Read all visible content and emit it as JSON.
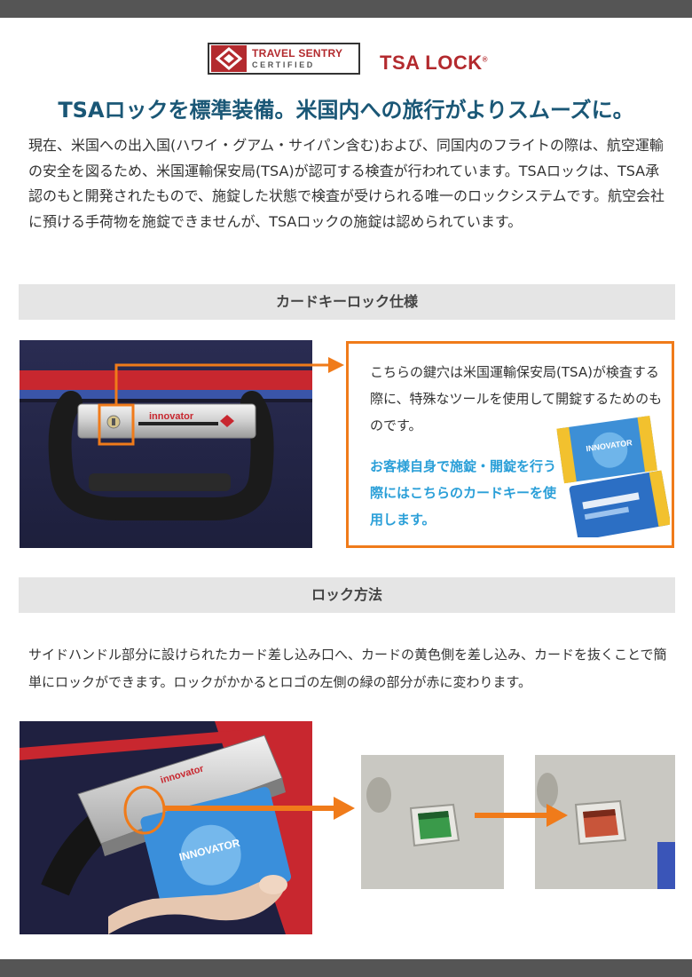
{
  "logos": {
    "travel_sentry_line1": "TRAVEL SENTRY",
    "travel_sentry_line2": "CERTIFIED",
    "tsa_lock": "TSA LOCK",
    "registered_mark": "®"
  },
  "headline": "TSAロックを標準装備。米国内への旅行がよりスムーズに。",
  "intro": "現在、米国への出入国(ハワイ・グアム・サイパン含む)および、同国内のフライトの際は、航空運輸の安全を図るため、米国運輸保安局(TSA)が認可する検査が行われています。TSAロックは、TSA承認のもと開発されたもので、施錠した状態で検査が受けられる唯一のロックシステムです。航空会社に預ける手荷物を施錠できませんが、TSAロックの施錠は認められています。",
  "section_card_key": {
    "title": "カードキーロック仕様",
    "handle_brand": "innovator",
    "callout_text": "こちらの鍵穴は米国運輸保安局(TSA)が検査する際に、特殊なツールを使用して開錠するためのものです。",
    "callout_highlight": "お客様自身で施錠・開錠を行う際にはこちらのカードキーを使用します。",
    "card_brand": "INNOVATOR"
  },
  "section_lock": {
    "title": "ロック方法",
    "description": "サイドハンドル部分に設けられたカード差し込み口へ、カードの黄色側を差し込み、カードを抜くことで簡単にロックができます。ロックがかかるとロゴの左側の緑の部分が赤に変わります。",
    "handle_brand": "innovator",
    "card_brand": "INNOVATOR"
  },
  "colors": {
    "headline": "#1a5776",
    "accent_orange": "#f07b1a",
    "highlight_blue": "#2a9fd8",
    "section_bg": "#e5e5e5",
    "brand_red": "#b32a2e",
    "indicator_unlocked": "#3a9a4a",
    "indicator_locked": "#c8553a"
  }
}
